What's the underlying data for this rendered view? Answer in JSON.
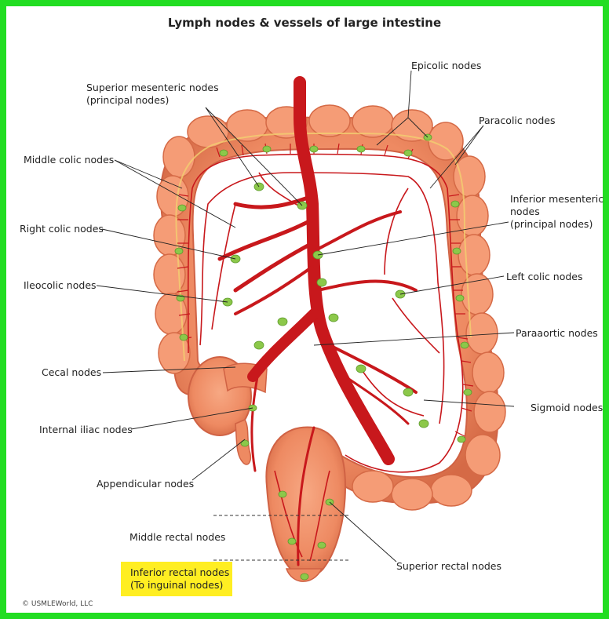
{
  "title": "Lymph nodes & vessels of large intestine",
  "labels": {
    "epicolic": "Epicolic nodes",
    "superior_mesenteric_1": "Superior mesenteric nodes",
    "superior_mesenteric_2": "(principal nodes)",
    "paracolic": "Paracolic nodes",
    "middle_colic": "Middle colic nodes",
    "inferior_mesenteric_1": "Inferior mesenteric",
    "inferior_mesenteric_2": "nodes",
    "inferior_mesenteric_3": "(principal nodes)",
    "right_colic": "Right colic nodes",
    "ileocolic": "Ileocolic nodes",
    "left_colic": "Left colic nodes",
    "paraaortic": "Paraaortic nodes",
    "cecal": "Cecal nodes",
    "sigmoid": "Sigmoid nodes",
    "internal_iliac": "Internal iliac nodes",
    "appendicular": "Appendicular nodes",
    "middle_rectal": "Middle rectal nodes",
    "superior_rectal": "Superior rectal nodes",
    "inferior_rectal_1": "Inferior rectal nodes",
    "inferior_rectal_2": "(To inguinal nodes)"
  },
  "copyright": "© USMLEWorld, LLC",
  "colors": {
    "frame": "#22dd22",
    "colon": "#f0906a",
    "colon_shade": "#d86a48",
    "vessel": "#c8181c",
    "node": "#8cc84a",
    "highlight": "#ffee22"
  }
}
